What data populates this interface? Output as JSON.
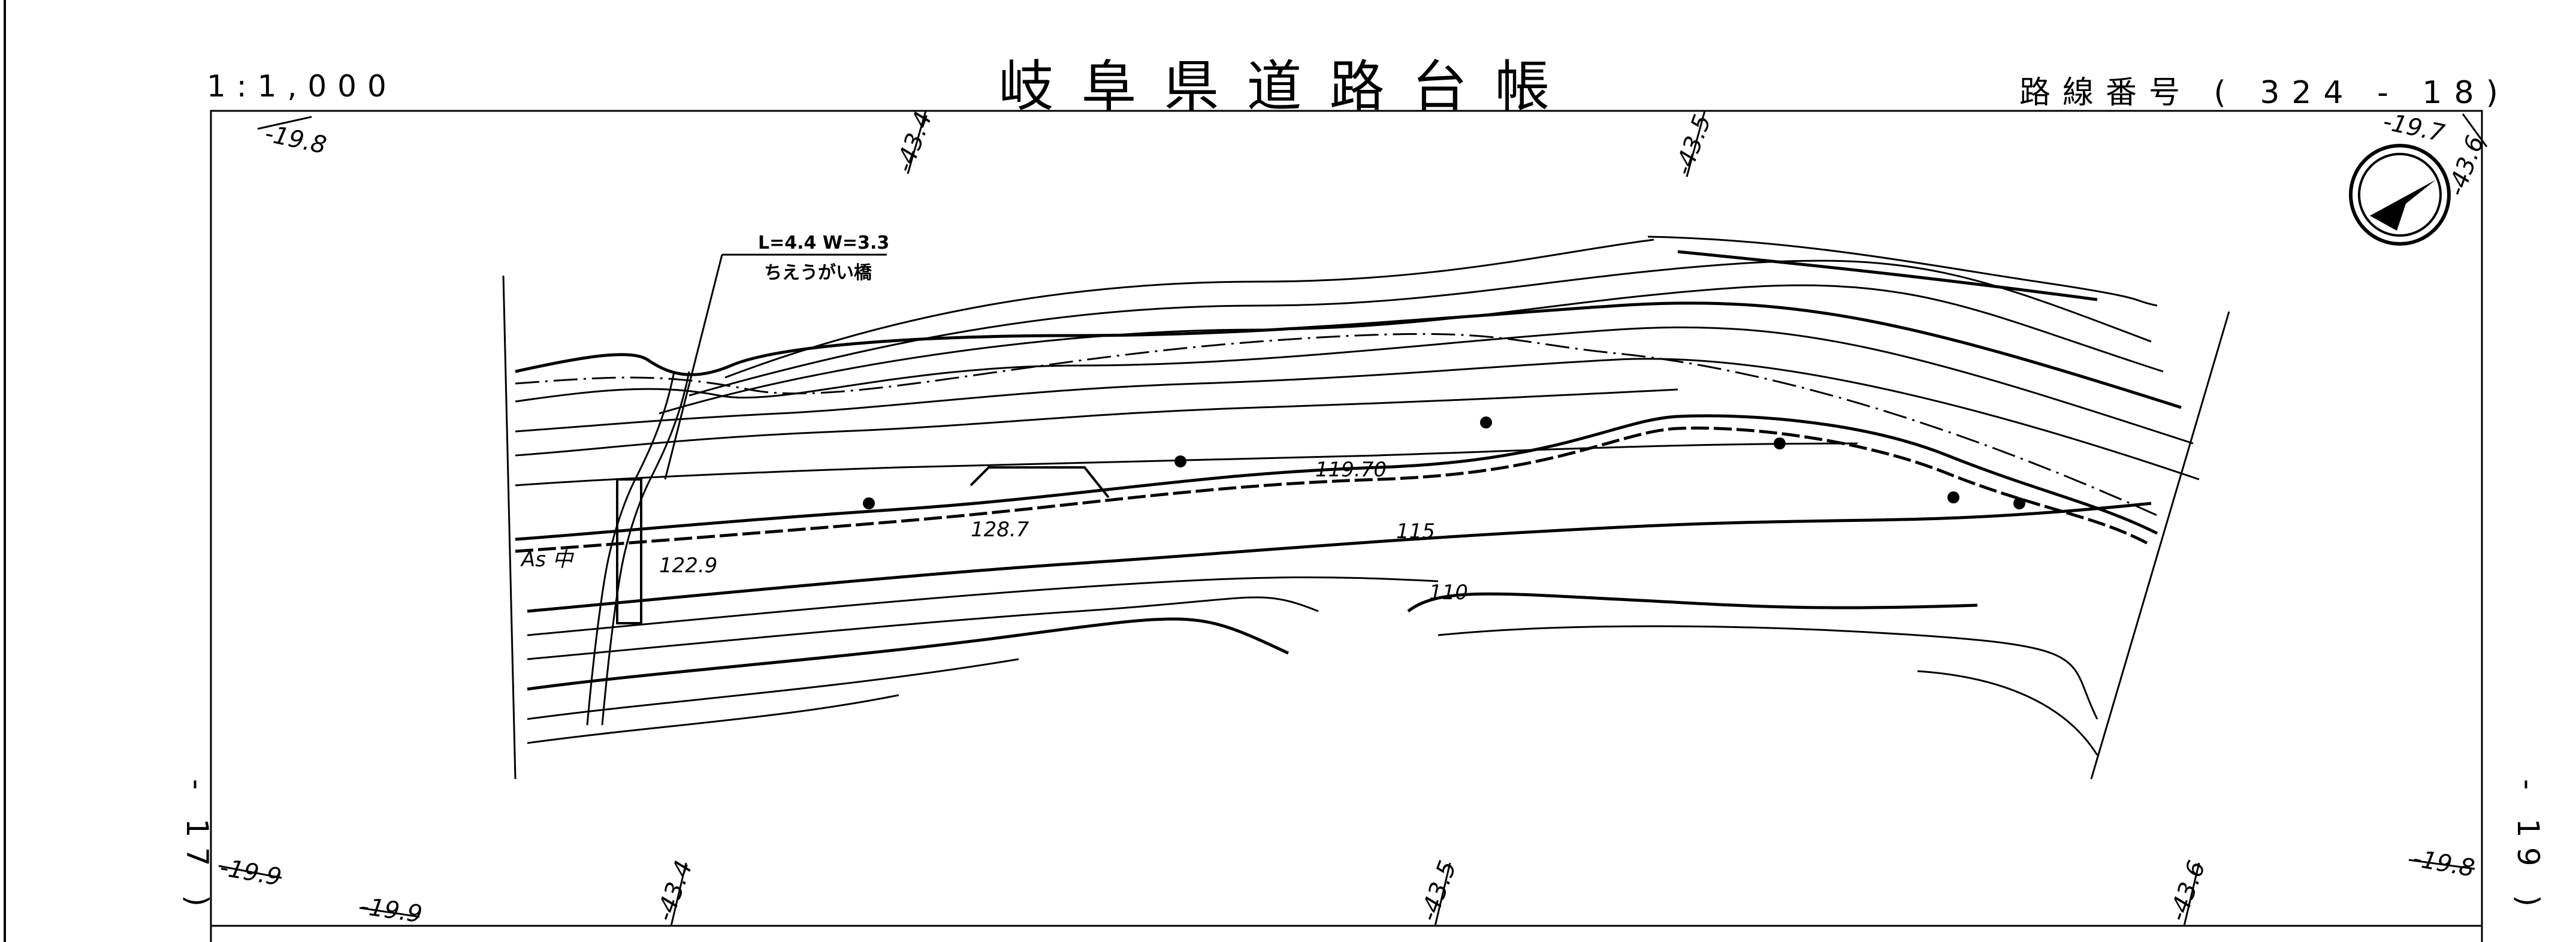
{
  "header": {
    "title": "岐阜県道路台帳",
    "scale": "1:1,000",
    "route_number": "路線番号 ( 324 - 18)"
  },
  "edge_refs": {
    "left": "- 17 )",
    "right": "- 19 )"
  },
  "grid_coords": {
    "top_left": "-19.8",
    "top_right": "-19.7",
    "top_mid_1": "-43.4",
    "top_mid_2": "-43.5",
    "top_corner_right": "-43.6",
    "bottom_left_1": "-19.9",
    "bottom_left_2": "-19.9",
    "bottom_mid_1": "-43.4",
    "bottom_mid_2": "-43.5",
    "bottom_mid_3": "-43.6",
    "bottom_right": "-19.8"
  },
  "bridge_label": {
    "dims": "L=4.4  W=3.3",
    "name": "ちえうがい橋"
  },
  "annotations": {
    "pavement": "As 中",
    "elev_1": "122.9",
    "elev_2": "128.7",
    "elev_3": "119.70",
    "contour_115": "115",
    "contour_110": "110"
  },
  "icons": {
    "north_arrow": "compass-north-arrow-icon"
  },
  "colors": {
    "ink": "#000000",
    "paper": "#ffffff"
  }
}
